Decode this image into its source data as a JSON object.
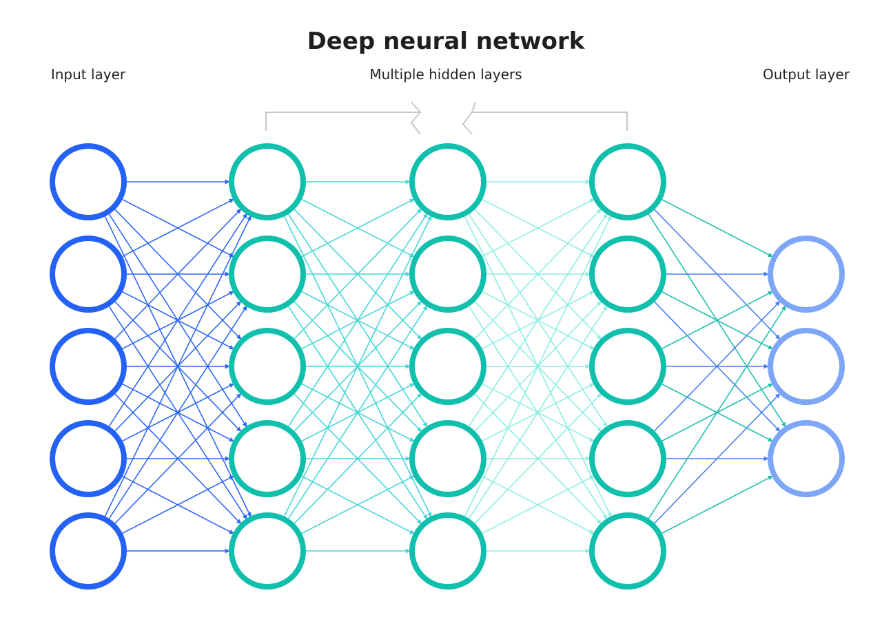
{
  "diagram": {
    "title": "Deep neural network",
    "labels": {
      "input": "Input layer",
      "hidden": "Multiple hidden layers",
      "output": "Output layer"
    },
    "layers": [
      {
        "role": "input",
        "nodes": 5,
        "stroke_color": "#2461f5",
        "edge_color": "#2f68f2"
      },
      {
        "role": "hidden",
        "nodes": 5,
        "stroke_color": "#10bfac",
        "edge_color": "#46d6d7"
      },
      {
        "role": "hidden",
        "nodes": 5,
        "stroke_color": "#10bfac",
        "edge_color": "#8deee2"
      },
      {
        "role": "hidden",
        "nodes": 5,
        "stroke_color": "#10bfac",
        "edge_color": "#1fc0af"
      },
      {
        "role": "output",
        "nodes": 3,
        "stroke_color": "#7ea6f6"
      }
    ],
    "output_edge_highlight_color": "#4a7ff0",
    "connectivity": "fully-connected"
  }
}
